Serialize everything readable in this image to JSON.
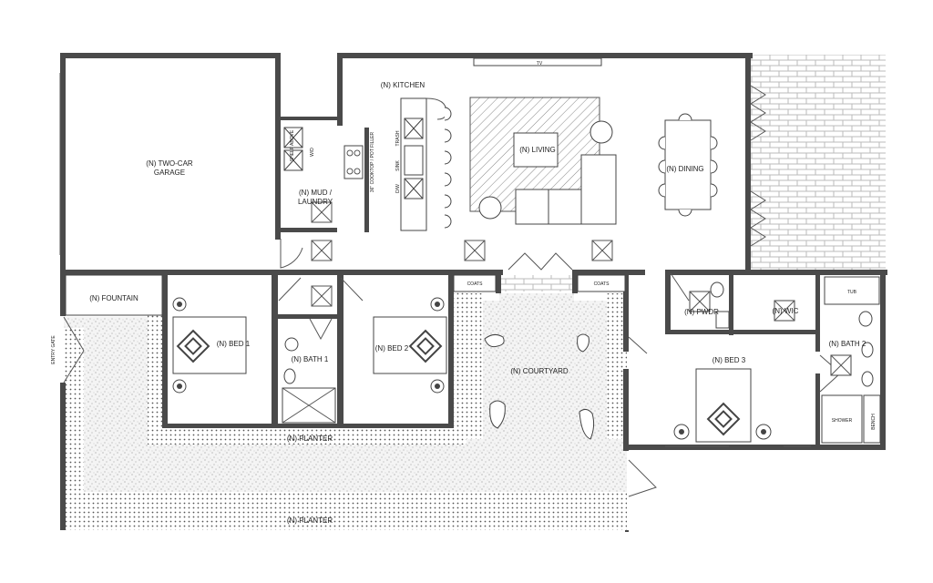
{
  "rooms": {
    "garage": {
      "line1": "(N) TWO-CAR",
      "line2": "GARAGE"
    },
    "kitchen": "(N) KITCHEN",
    "living": "(N) LIVING",
    "dining": "(N) DINING",
    "mud": {
      "line1": "(N) MUD /",
      "line2": "LAUNDRY"
    },
    "fountain": "(N) FOUNTAIN",
    "bed1": "(N) BED 1",
    "bath1": "(N) BATH 1",
    "bed2": "(N) BED 2",
    "courtyard": "(N) COURTYARD",
    "planter_inner": "(N) PLANTER",
    "planter_outer": "(N) PLANTER",
    "pwdr": "(N) PWDR",
    "wic": "(N) WIC",
    "bath2": "(N) BATH 2",
    "bed3": "(N) BED 3"
  },
  "fixtures": {
    "tv": "TV",
    "coats_left": "COATS",
    "coats_right": "COATS",
    "tub": "TUB",
    "shower": "SHOWER",
    "bench": "BENCH",
    "entry_gate": "ENTRY GATE",
    "trash": "TRASH",
    "sink": "SINK",
    "dw": "D/W",
    "pot_filler": "36\" COOKTOP / POT FILLER",
    "shelf_above": "SHELF ABOVE",
    "wd": "W/D"
  },
  "colors": {
    "wall": "#4a4a4a",
    "brick": "#bbbbbb",
    "stipple": "#999999"
  }
}
